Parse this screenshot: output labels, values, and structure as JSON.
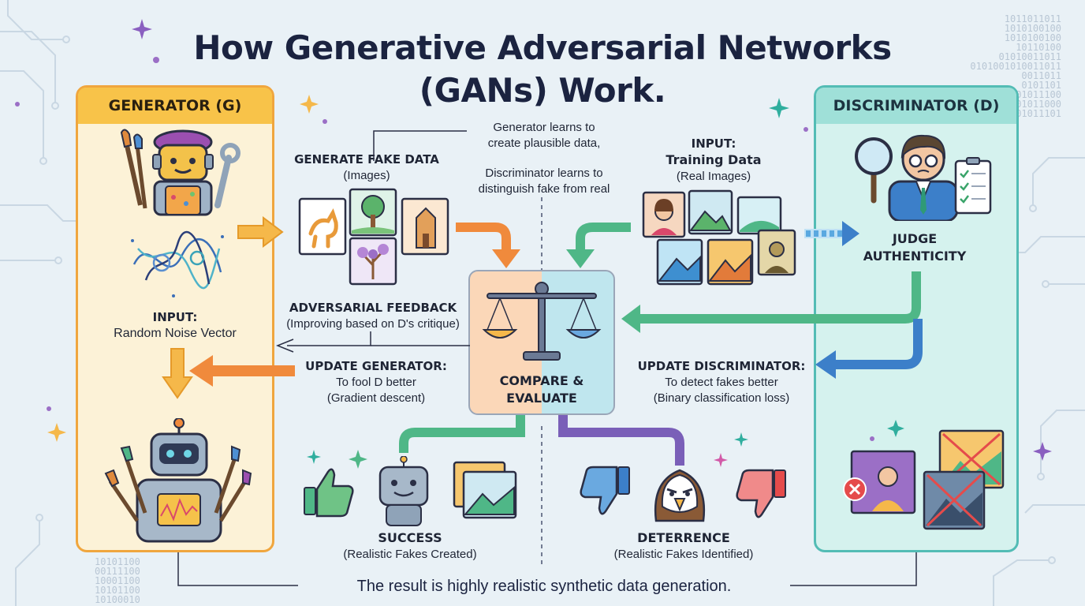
{
  "title_line1": "How Generative Adversarial Networks",
  "title_line2": "(GANs) Work.",
  "generator": {
    "header": "GENERATOR (G)",
    "input_title": "INPUT:",
    "input_desc": "Random Noise Vector"
  },
  "discriminator": {
    "header": "DISCRIMINATOR (D)",
    "judge": "JUDGE AUTHENTICITY"
  },
  "generate": {
    "title": "GENERATE FAKE DATA",
    "sub": "(Images)"
  },
  "training": {
    "title1": "INPUT:",
    "title2": "Training Data",
    "sub": "(Real Images)"
  },
  "learns": {
    "gen_line1": "Generator learns to",
    "gen_line2": "create plausible data,",
    "disc_line1": "Discriminator learns to",
    "disc_line2": "distinguish fake from real"
  },
  "feedback": {
    "title": "ADVERSARIAL FEEDBACK",
    "sub": "(Improving based on D's critique)"
  },
  "update_gen": {
    "title": "UPDATE GENERATOR:",
    "line1": "To fool D better",
    "line2": "(Gradient descent)"
  },
  "update_disc": {
    "title": "UPDATE DISCRIMINATOR:",
    "line1": "To detect fakes better",
    "line2": "(Binary classification loss)"
  },
  "compare": {
    "line1": "COMPARE &",
    "line2": "EVALUATE"
  },
  "success": {
    "title": "SUCCESS",
    "sub": "(Realistic Fakes Created)"
  },
  "deterrence": {
    "title": "DETERRENCE",
    "sub": "(Realistic Fakes Identified)"
  },
  "footer": "The result is highly realistic synthetic data generation.",
  "binary_top": [
    "1011011011",
    "1010100100",
    "1010100100",
    "10110100",
    "01010011011",
    "0101001010011011",
    "0011011",
    "0101101",
    "01011100",
    "01011000",
    "01011101"
  ],
  "binary_bottom": [
    "10101100",
    "00111100",
    "10001100",
    "10101100",
    "10100010"
  ],
  "colors": {
    "gen_orange": "#f0a63e",
    "arrow_orange": "#f08a3c",
    "disc_teal": "#53bcb5",
    "arrow_green": "#4fb787",
    "arrow_blue": "#3c7fc9",
    "arrow_purple": "#7a5fb8",
    "navy": "#1b2340"
  },
  "icons": [
    "artist-robot-icon",
    "paintbrush-icon",
    "wrench-icon",
    "noise-scribble-icon",
    "painter-robot-icon",
    "judge-person-icon",
    "magnifier-icon",
    "checklist-icon",
    "balance-scale-icon",
    "thumbs-up-icon",
    "thumbs-down-icon",
    "eagle-icon",
    "happy-robot-icon",
    "dog-image-icon",
    "tree-image-icon",
    "building-image-icon",
    "plant-image-icon",
    "portrait-image-icon",
    "landscape-image-icon",
    "reject-x-icon",
    "sparkle-icon"
  ]
}
